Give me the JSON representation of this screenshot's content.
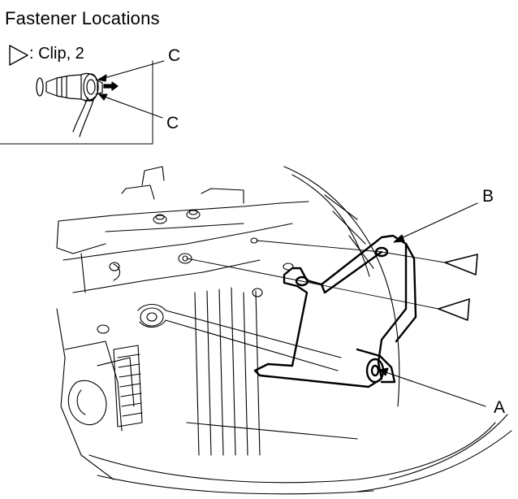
{
  "title": "Fastener Locations",
  "legend": {
    "symbol": "triangle-right-outline-icon",
    "text": ": Clip, 2"
  },
  "inset_callouts": {
    "upper": "C",
    "lower": "C"
  },
  "callouts": {
    "a": "A",
    "b": "B"
  }
}
